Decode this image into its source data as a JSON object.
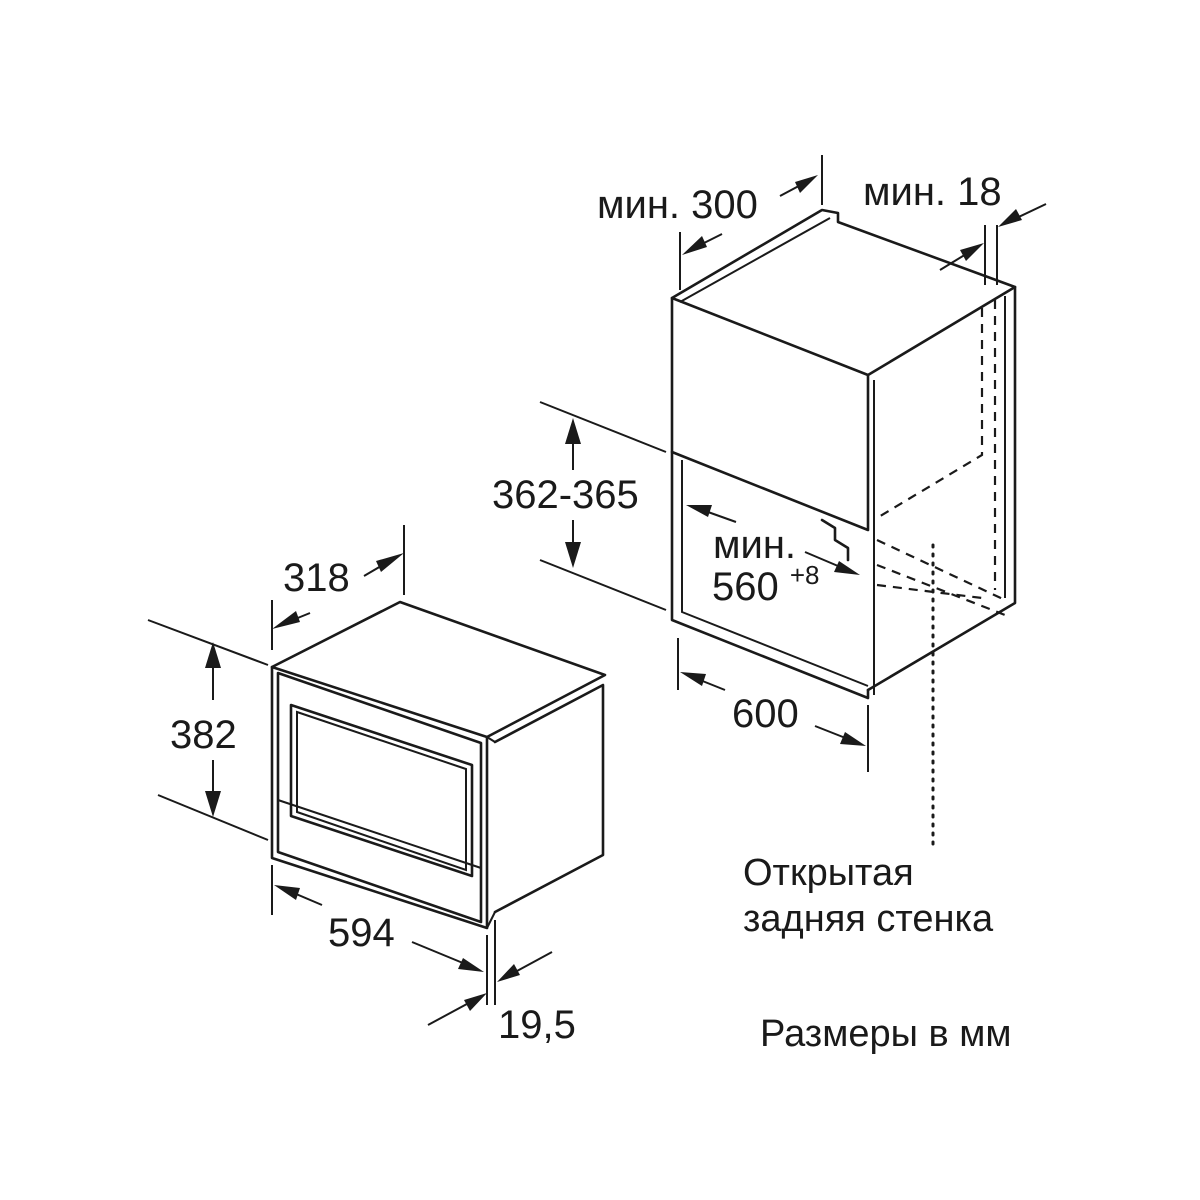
{
  "colors": {
    "line": "#1a1a1a",
    "background": "#ffffff"
  },
  "appliance": {
    "width": "594",
    "height": "382",
    "depth": "318",
    "front_offset": "19,5"
  },
  "niche": {
    "min_depth": "мин. 300",
    "min_side": "мин. 18",
    "height_range": "362-365",
    "min_width_prefix": "мин.",
    "min_width_base": "560",
    "min_width_sup": "+8",
    "width": "600"
  },
  "notes": {
    "open_back_line1": "Открытая",
    "open_back_line2": "задняя стенка",
    "units": "Размеры в мм"
  }
}
